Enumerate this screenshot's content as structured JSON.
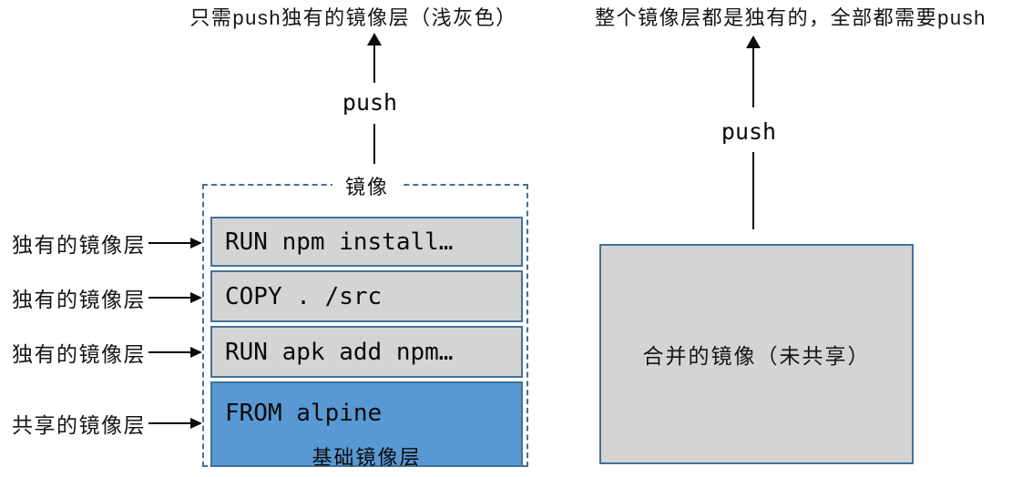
{
  "colors": {
    "border_blue": "#41719c",
    "layer_gray": "#d4d4d4",
    "layer_blue": "#5899d4",
    "arrow_black": "#0a0a0a",
    "background": "#ffffff"
  },
  "left_panel": {
    "caption": "只需push独有的镜像层（浅灰色）",
    "push_label": "push",
    "box_title": "镜像",
    "layers": [
      {
        "code": "RUN npm install…",
        "kind": "unique"
      },
      {
        "code": "COPY . /src",
        "kind": "unique"
      },
      {
        "code": "RUN apk add npm…",
        "kind": "unique"
      },
      {
        "code": "FROM alpine",
        "sublabel": "基础镜像层",
        "kind": "shared"
      }
    ],
    "row_labels": [
      "独有的镜像层",
      "独有的镜像层",
      "独有的镜像层",
      "共享的镜像层"
    ]
  },
  "right_panel": {
    "caption": "整个镜像层都是独有的，全部都需要push",
    "push_label": "push",
    "box_label": "合并的镜像（未共享）"
  }
}
